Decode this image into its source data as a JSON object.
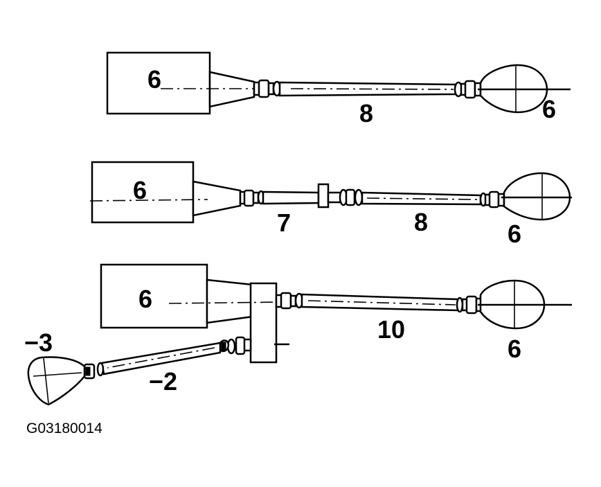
{
  "figure_id": "G03180014",
  "row1": {
    "label_gearbox": "6",
    "label_shaft": "8",
    "label_axle": "6"
  },
  "row2": {
    "label_gearbox": "6",
    "label_front_shaft": "7",
    "label_rear_shaft": "8",
    "label_axle": "6"
  },
  "row3": {
    "label_gearbox": "6",
    "label_rear_shaft": "10",
    "label_axle": "6",
    "label_front_shaft": "−2",
    "label_front_axle": "−3"
  }
}
